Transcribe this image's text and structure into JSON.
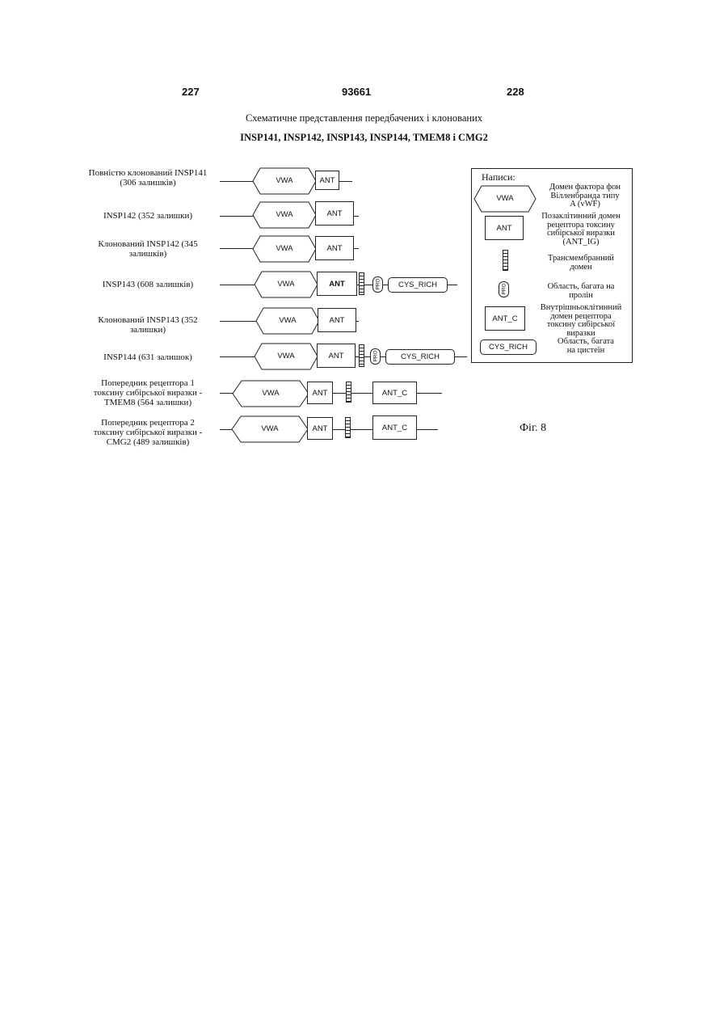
{
  "header": {
    "left_page": "227",
    "patent_number": "93661",
    "right_page": "228"
  },
  "title": {
    "line1": "Схематичне представлення передбачених і клонованих",
    "line2": "INSP141, INSP142, INSP143, INSP144, TMEM8 і CMG2"
  },
  "domains": {
    "vwa": "VWA",
    "ant": "ANT",
    "ant_c": "ANT_C",
    "pro": "PRO",
    "cys_rich": "CYS_RICH"
  },
  "rows": [
    {
      "label1": "Повністю клонований INSP141",
      "label2": "(306 залишків)",
      "label3": ""
    },
    {
      "label1": "INSP142 (352 залишки)",
      "label2": "",
      "label3": ""
    },
    {
      "label1": "Клонований INSP142 (345",
      "label2": "залишків)",
      "label3": ""
    },
    {
      "label1": "INSP143 (608 залишків)",
      "label2": "",
      "label3": ""
    },
    {
      "label1": "Клонований INSP143 (352",
      "label2": "залишки)",
      "label3": ""
    },
    {
      "label1": "INSP144 (631 залишок)",
      "label2": "",
      "label3": ""
    },
    {
      "label1": "Попередник рецептора 1",
      "label2": "токсину сибірської виразки -",
      "label3": "TMEM8 (564 залишки)"
    },
    {
      "label1": "Попередник рецептора 2",
      "label2": "токсину сибірської виразки -",
      "label3": "CMG2 (489 залишків)"
    }
  ],
  "legend": {
    "title": "Написи:",
    "vwa_desc": [
      "Домен фактора фон",
      "Вілленбранда типу",
      "A (vWF)"
    ],
    "ant_desc": [
      "Позаклітинний домен",
      "рецептора токсину",
      "сибірської виразки",
      "(ANT_IG)"
    ],
    "tm_desc": [
      "Трансмембранний",
      "домен"
    ],
    "pro_desc": [
      "Область, багата на",
      "пролін"
    ],
    "antc_desc": [
      "Внутрішньоклітинний",
      "домен рецептора",
      "токсину сибірської",
      "виразки"
    ],
    "cys_desc": [
      "Область, багата",
      "на цистеїн"
    ]
  },
  "figure_label": "Фіг. 8"
}
